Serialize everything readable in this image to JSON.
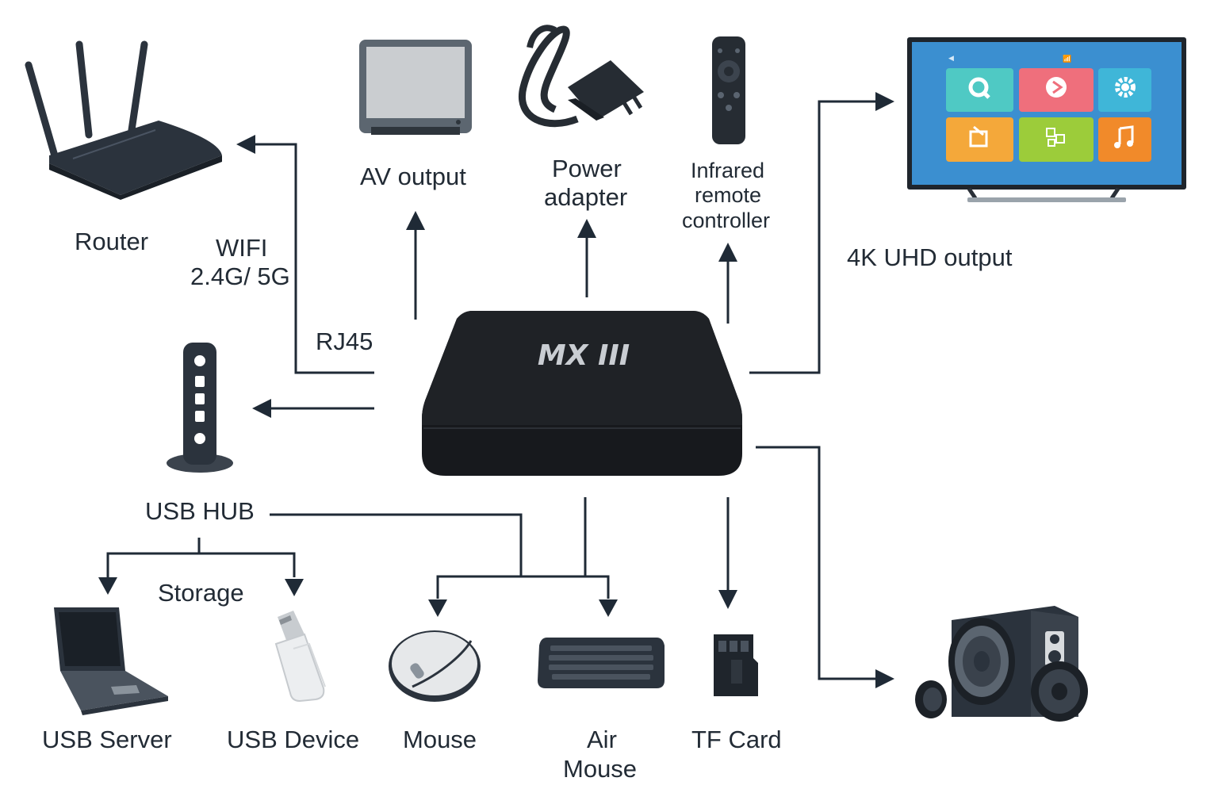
{
  "labels": {
    "router": "Router",
    "wifi_line1": "WIFI",
    "wifi_line2": "2.4G/ 5G",
    "rj45": "RJ45",
    "av_output": "AV output",
    "power_line1": "Power",
    "power_line2": "adapter",
    "ir_line1": "Infrared",
    "ir_line2": "remote",
    "ir_line3": "controller",
    "uhd_output": "4K UHD output",
    "usb_hub": "USB HUB",
    "storage": "Storage",
    "usb_server": "USB Server",
    "usb_device": "USB Device",
    "mouse": "Mouse",
    "air_mouse_line1": "Air",
    "air_mouse_line2": "Mouse",
    "tf_card": "TF Card"
  },
  "device_logo": "MX III",
  "colors": {
    "line": "#1f2a36",
    "device_dark": "#1c1f24",
    "tv_screen": "#3b8fd0",
    "tile_search": "#4fc9c4",
    "tile_play": "#ef6f7c",
    "tile_settings": "#3fb6d8",
    "tile_orange": "#f4a83a",
    "tile_green": "#9ccc3a",
    "tile_music": "#f18a2a"
  },
  "icons": [
    "router-icon",
    "av-monitor-icon",
    "power-adapter-icon",
    "remote-icon",
    "tv-icon",
    "tv-box-icon",
    "usb-hub-icon",
    "laptop-icon",
    "usb-stick-icon",
    "mouse-icon",
    "keyboard-icon",
    "tf-card-icon",
    "speaker-icon"
  ]
}
